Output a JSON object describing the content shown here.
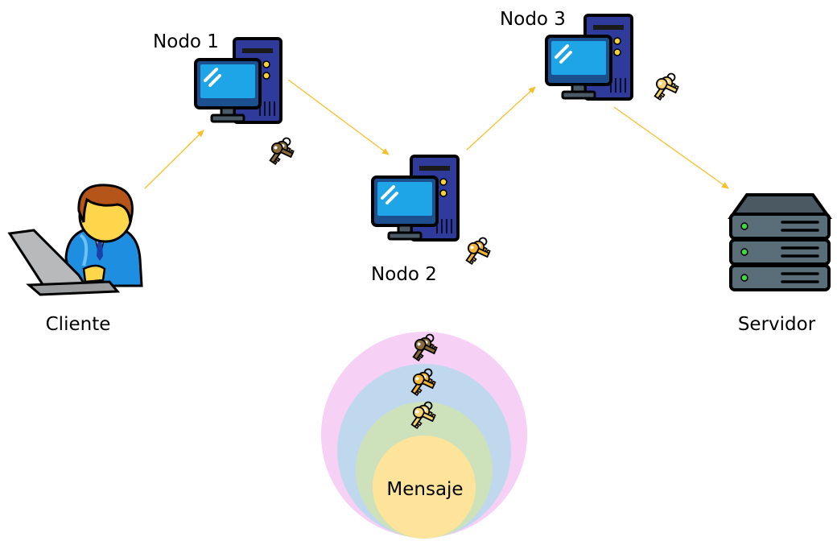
{
  "labels": {
    "client": "Cliente",
    "node1": "Nodo 1",
    "node2": "Nodo 2",
    "node3": "Nodo 3",
    "server": "Servidor",
    "message": "Mensaje"
  },
  "colors": {
    "arrow": "#f7c02a",
    "layer_outer": "#f7d0f5",
    "layer_middle": "#c0d8ee",
    "layer_inner": "#cde2bb",
    "message_core": "#fde49a",
    "key_node1": "#8b6a3a",
    "key_node2": "#f0b43a",
    "key_node3": "#f7d472",
    "computer_tower": "#2f3b9b",
    "computer_screen": "#1ea5e8",
    "server_body": "#5a6e7a"
  },
  "icons": {
    "client": "user-laptop-icon",
    "computer": "desktop-computer-icon",
    "server": "server-rack-icon",
    "key": "keys-icon"
  }
}
